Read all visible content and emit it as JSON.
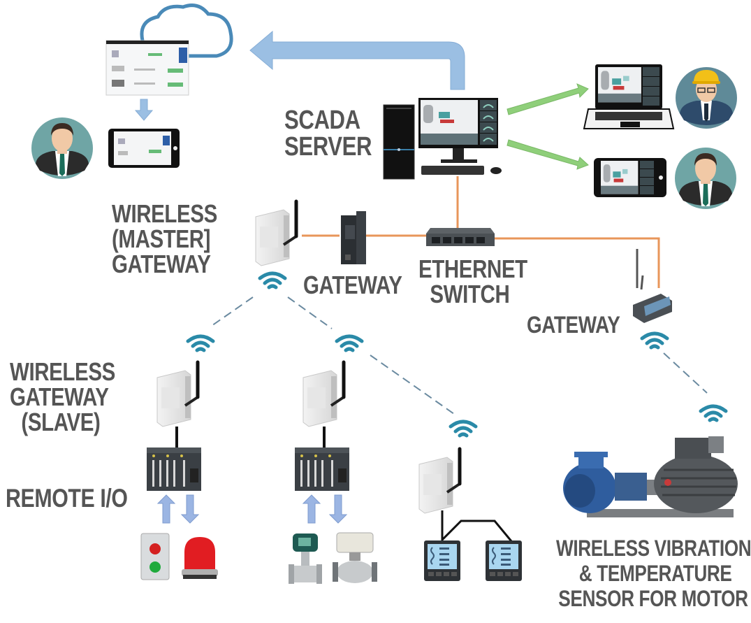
{
  "colors": {
    "label_text": "#555555",
    "ethernet_link": "#e8965a",
    "cloud_arrow": "#9bbfe3",
    "mobile_arrow": "#8fcf7a",
    "wireless_signal": "#2a8aa8",
    "wireless_link": "#6a8aa0",
    "io_arrow": "#9bb5e3",
    "wired_link": "#111111"
  },
  "labels": {
    "scada_server": [
      "SCADA",
      "SERVER"
    ],
    "wireless_master_gateway": [
      "WIRELESS",
      "(MASTER]",
      "GATEWAY"
    ],
    "gateway_mid": "GATEWAY",
    "ethernet_switch": [
      "ETHERNET",
      "SWITCH"
    ],
    "gateway_right": "GATEWAY",
    "wireless_gateway_slave": [
      "WIRELESS",
      "GATEWAY",
      "(SLAVE)"
    ],
    "remote_io": "REMOTE I/O",
    "motor_sensor": [
      "WIRELESS VIBRATION",
      "& TEMPERATURE",
      "SENSOR FOR MOTOR"
    ]
  },
  "nodes": [
    {
      "id": "cloud",
      "icon": "cloud-icon"
    },
    {
      "id": "cloud-dashboard",
      "icon": "dashboard-screen-icon"
    },
    {
      "id": "tablet-user",
      "icon": "tablet-icon"
    },
    {
      "id": "user-left",
      "icon": "user-avatar-icon"
    },
    {
      "id": "scada-pc",
      "icon": "desktop-computer-icon"
    },
    {
      "id": "laptop",
      "icon": "laptop-icon"
    },
    {
      "id": "engineer",
      "icon": "engineer-avatar-icon"
    },
    {
      "id": "phone",
      "icon": "smartphone-icon"
    },
    {
      "id": "user-right",
      "icon": "user-avatar-icon"
    },
    {
      "id": "master-gateway",
      "icon": "din-rail-radio-icon"
    },
    {
      "id": "gateway",
      "icon": "gateway-module-icon"
    },
    {
      "id": "ethernet-switch",
      "icon": "network-switch-icon"
    },
    {
      "id": "right-gateway",
      "icon": "wireless-router-icon"
    },
    {
      "id": "slave-gateway-1",
      "icon": "din-rail-radio-icon"
    },
    {
      "id": "slave-gateway-2",
      "icon": "din-rail-radio-icon"
    },
    {
      "id": "slave-gateway-3",
      "icon": "din-rail-radio-icon"
    },
    {
      "id": "remote-io-1",
      "icon": "plc-rack-icon"
    },
    {
      "id": "remote-io-2",
      "icon": "plc-rack-icon"
    },
    {
      "id": "push-button-station",
      "icon": "push-button-icon"
    },
    {
      "id": "beacon-light",
      "icon": "beacon-light-icon"
    },
    {
      "id": "flow-transmitter",
      "icon": "flow-meter-icon"
    },
    {
      "id": "actuated-valve",
      "icon": "valve-actuator-icon"
    },
    {
      "id": "power-meter-1",
      "icon": "power-meter-icon"
    },
    {
      "id": "power-meter-2",
      "icon": "power-meter-icon"
    },
    {
      "id": "pump-motor",
      "icon": "pump-motor-icon"
    }
  ]
}
